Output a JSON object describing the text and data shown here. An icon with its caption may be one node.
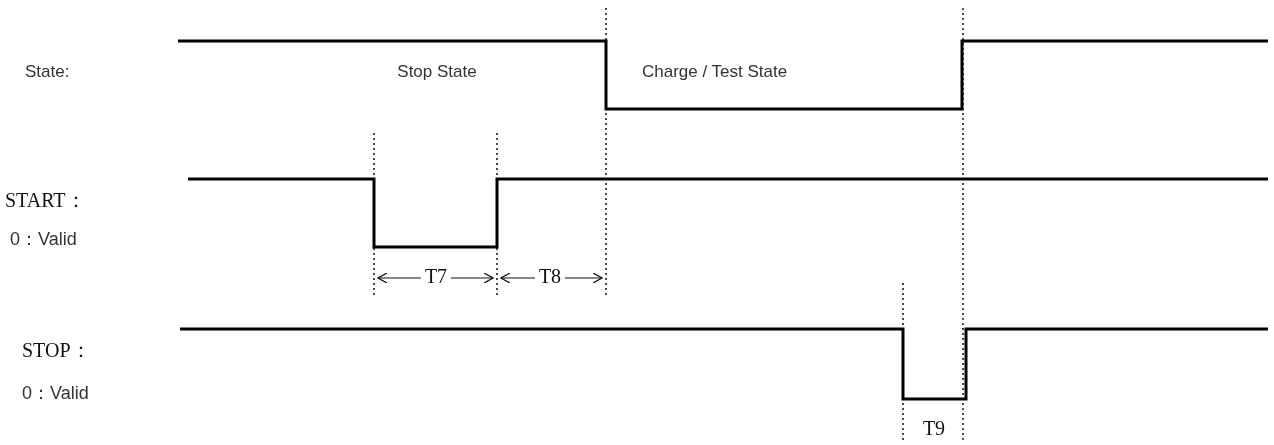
{
  "diagram": {
    "labels": [
      "State:",
      "Stop State",
      "Charge / Test State",
      "START：",
      "0：Valid",
      "T7",
      "T8",
      "STOP：",
      "0：Valid",
      "T9"
    ]
  }
}
